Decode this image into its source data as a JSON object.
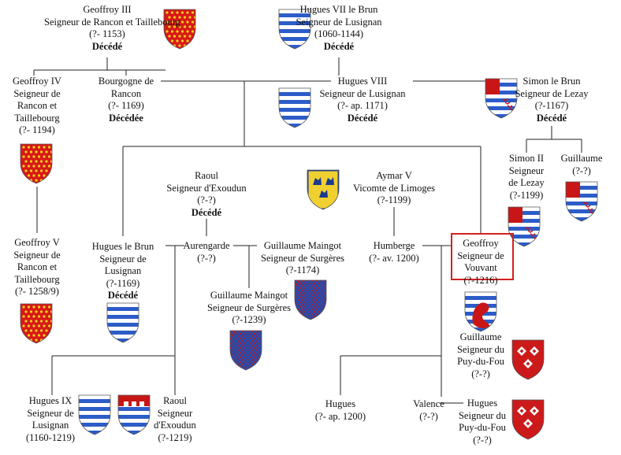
{
  "persons": {
    "geoffroy3": {
      "lines": [
        "Geoffroy III",
        "Seigneur de Rancon et Taillebourg",
        "(?- 1153)"
      ],
      "status": "Décédé"
    },
    "hugues7": {
      "lines": [
        "Hugues VII le Brun",
        "Seigneur de Lusignan",
        "(1060-1144)"
      ],
      "status": "Décédé"
    },
    "geoffroy4": {
      "lines": [
        "Geoffroy IV",
        "Seigneur de",
        "Rancon et",
        "Taillebourg",
        "(?- 1194)"
      ]
    },
    "bourgogne": {
      "lines": [
        "Bourgogne de",
        "Rancon",
        "(?- 1169)"
      ],
      "status": "Décédée"
    },
    "hugues8": {
      "lines": [
        "Hugues VIII",
        "Seigneur de Lusignan",
        "(?- ap. 1171)"
      ],
      "status": "Décédé"
    },
    "simon_brun": {
      "lines": [
        "Simon le Brun",
        "Seigneur de Lezay",
        "(?-1167)"
      ],
      "status": "Décédé"
    },
    "simon2": {
      "lines": [
        "Simon II",
        "Seigneur",
        "de Lezay",
        "(?-1199)"
      ]
    },
    "guillaume": {
      "lines": [
        "Guillaume",
        "(?-?)"
      ]
    },
    "raoul": {
      "lines": [
        "Raoul",
        "Seigneur d'Exoudun",
        "(?-?)"
      ],
      "status": "Décédé"
    },
    "aymar": {
      "lines": [
        "Aymar V",
        "Vicomte de Limoges",
        "(?-1199)"
      ]
    },
    "geoffroy5": {
      "lines": [
        "Geoffroy V",
        "Seigneur de",
        "Rancon et",
        "Taillebourg",
        "(?- 1258/9)"
      ]
    },
    "hugues_brun": {
      "lines": [
        "Hugues le Brun",
        "Seigneur de",
        "Lusignan",
        "(?-1169)"
      ],
      "status": "Décédé"
    },
    "aurengarde": {
      "lines": [
        "Aurengarde",
        "(?-?)"
      ]
    },
    "gm1": {
      "lines": [
        "Guillaume Maingot",
        "Seigneur de Surgères",
        "(?-1174)"
      ]
    },
    "humberge": {
      "lines": [
        "Humberge",
        "(?- av. 1200)"
      ]
    },
    "geoffroy_v": {
      "lines": [
        "Geoffroy",
        "Seigneur de",
        "Vouvant",
        "(?-1216)"
      ]
    },
    "gm2": {
      "lines": [
        "Guillaume Maingot",
        "Seigneur de Surgères",
        "(?-1239)"
      ]
    },
    "guillaume_pf": {
      "lines": [
        "Guillaume",
        "Seigneur du",
        "Puy-du-Fou",
        "(?-?)"
      ]
    },
    "hugues9": {
      "lines": [
        "Hugues IX",
        "Seigneur de",
        "Lusignan",
        "(1160-1219)"
      ]
    },
    "raoul2": {
      "lines": [
        "Raoul",
        "Seigneur",
        "d'Exoudun",
        "(?-1219)"
      ]
    },
    "hugues_c": {
      "lines": [
        "Hugues",
        "(?- ap. 1200)"
      ]
    },
    "valence": {
      "lines": [
        "Valence",
        "(?-?)"
      ]
    },
    "hugues_pf": {
      "lines": [
        "Hugues",
        "Seigneur du",
        "Puy-du-Fou",
        "(?-?)"
      ]
    }
  },
  "colors": {
    "line": "#222222",
    "highlight": "#d42020",
    "rancon_field": "#d81818",
    "rancon_dots": "#f2d21a",
    "lusignan_blue": "#2c5cc8",
    "lezay_red": "#c81616",
    "limoges_gold": "#f0d030",
    "puydufou_red": "#cc1a1a"
  },
  "shields": [
    {
      "kind": "rancon",
      "name": "rancon-shield-icon"
    },
    {
      "kind": "lusignan",
      "name": "lusignan-shield-icon"
    },
    {
      "kind": "lezay",
      "name": "lezay-shield-icon"
    },
    {
      "kind": "limoges",
      "name": "limoges-shield-icon"
    },
    {
      "kind": "maingot",
      "name": "maingot-shield-icon"
    },
    {
      "kind": "vouvant",
      "name": "vouvant-shield-icon"
    },
    {
      "kind": "puydufou",
      "name": "puy-du-fou-shield-icon"
    },
    {
      "kind": "exoudun",
      "name": "exoudun-shield-icon"
    }
  ]
}
